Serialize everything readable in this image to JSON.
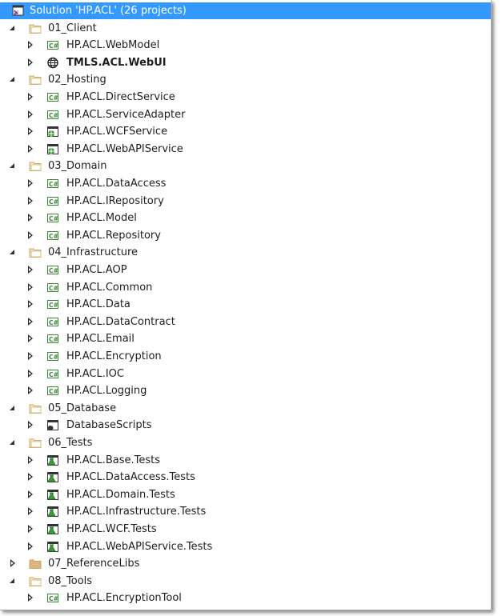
{
  "solution": {
    "label": "Solution 'HP.ACL' (26 projects)",
    "icon": "solution-icon"
  },
  "folders": [
    {
      "label": "01_Client",
      "expanded": true,
      "items": [
        {
          "label": "HP.ACL.WebModel",
          "icon": "csharp-icon"
        },
        {
          "label": "TMLS.ACL.WebUI",
          "icon": "globe-icon",
          "bold": true
        }
      ]
    },
    {
      "label": "02_Hosting",
      "expanded": true,
      "items": [
        {
          "label": "HP.ACL.DirectService",
          "icon": "csharp-icon"
        },
        {
          "label": "HP.ACL.ServiceAdapter",
          "icon": "csharp-icon"
        },
        {
          "label": "HP.ACL.WCFService",
          "icon": "web-project-icon"
        },
        {
          "label": "HP.ACL.WebAPIService",
          "icon": "web-project-icon"
        }
      ]
    },
    {
      "label": "03_Domain",
      "expanded": true,
      "items": [
        {
          "label": "HP.ACL.DataAccess",
          "icon": "csharp-icon"
        },
        {
          "label": "HP.ACL.IRepository",
          "icon": "csharp-icon"
        },
        {
          "label": "HP.ACL.Model",
          "icon": "csharp-icon"
        },
        {
          "label": "HP.ACL.Repository",
          "icon": "csharp-icon"
        }
      ]
    },
    {
      "label": "04_Infrastructure",
      "expanded": true,
      "items": [
        {
          "label": "HP.ACL.AOP",
          "icon": "csharp-icon"
        },
        {
          "label": "HP.ACL.Common",
          "icon": "csharp-icon"
        },
        {
          "label": "HP.ACL.Data",
          "icon": "csharp-icon"
        },
        {
          "label": "HP.ACL.DataContract",
          "icon": "csharp-icon"
        },
        {
          "label": "HP.ACL.Email",
          "icon": "csharp-icon"
        },
        {
          "label": "HP.ACL.Encryption",
          "icon": "csharp-icon"
        },
        {
          "label": "HP.ACL.IOC",
          "icon": "csharp-icon"
        },
        {
          "label": "HP.ACL.Logging",
          "icon": "csharp-icon"
        }
      ]
    },
    {
      "label": "05_Database",
      "expanded": true,
      "items": [
        {
          "label": "DatabaseScripts",
          "icon": "database-project-icon"
        }
      ]
    },
    {
      "label": "06_Tests",
      "expanded": true,
      "items": [
        {
          "label": "HP.ACL.Base.Tests",
          "icon": "test-project-icon"
        },
        {
          "label": "HP.ACL.DataAccess.Tests",
          "icon": "test-project-icon"
        },
        {
          "label": "HP.ACL.Domain.Tests",
          "icon": "test-project-icon"
        },
        {
          "label": "HP.ACL.Infrastructure.Tests",
          "icon": "test-project-icon"
        },
        {
          "label": "HP.ACL.WCF.Tests",
          "icon": "test-project-icon"
        },
        {
          "label": "HP.ACL.WebAPIService.Tests",
          "icon": "test-project-icon"
        }
      ]
    },
    {
      "label": "07_ReferenceLibs",
      "expanded": false,
      "items": []
    },
    {
      "label": "08_Tools",
      "expanded": true,
      "items": [
        {
          "label": "HP.ACL.EncryptionTool",
          "icon": "csharp-icon"
        }
      ]
    }
  ],
  "colors": {
    "selection": "#3399ff",
    "folder": "#dcb67a",
    "csharp": "#388a34",
    "test": "#3a9a3a"
  }
}
